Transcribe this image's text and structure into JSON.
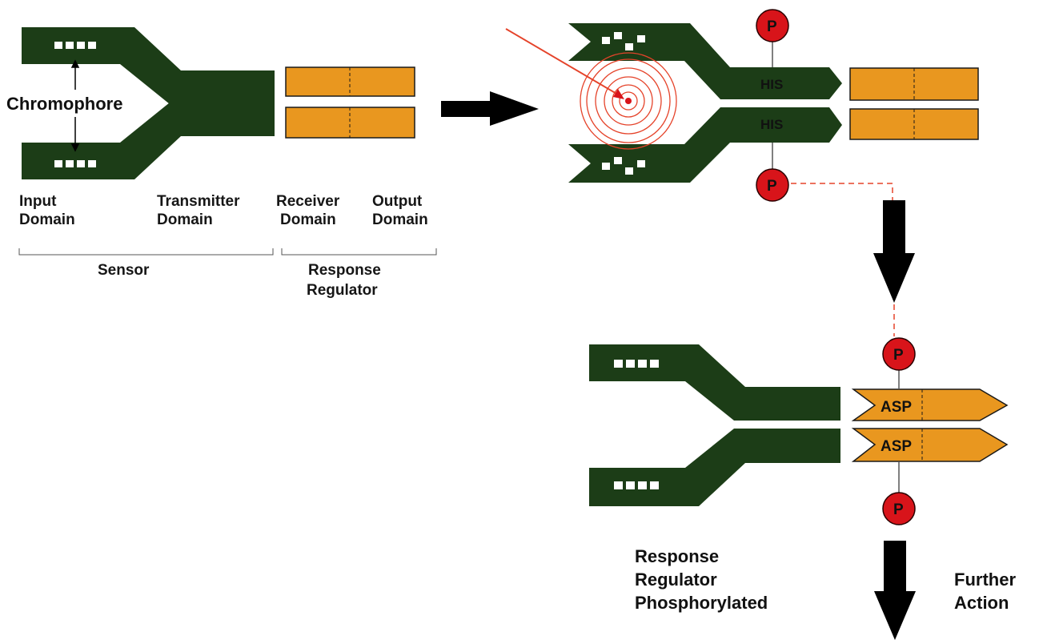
{
  "labels": {
    "chromophore": "Chromophore",
    "input_domain": [
      "Input",
      "Domain"
    ],
    "transmitter_domain": [
      "Transmitter",
      "Domain"
    ],
    "receiver_domain": [
      "Receiver",
      "Domain"
    ],
    "output_domain": [
      "Output",
      "Domain"
    ],
    "sensor": "Sensor",
    "response_regulator": [
      "Response",
      "Regulator"
    ],
    "response_regulator_phosphorylated": [
      "Response",
      "Regulator",
      "Phosphorylated"
    ],
    "further_action": [
      "Further",
      "Action"
    ],
    "phosphate": "P",
    "histidine": "HIS",
    "aspartate": "ASP"
  },
  "colors": {
    "sensor_green": "#1c3d17",
    "regulator_orange": "#e9971f",
    "phosphate_red": "#d8141a",
    "light_red": "#e5432a",
    "arrow_black": "#000000"
  }
}
